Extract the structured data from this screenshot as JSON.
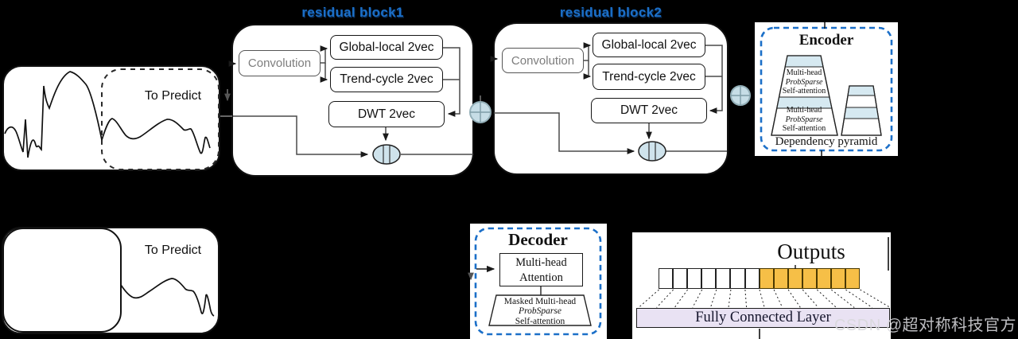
{
  "colors": {
    "background": "#000000",
    "accent_blue": "#1b6fc8",
    "op_fill": "#cfe3ec",
    "band_fill": "#d6e9f1",
    "cell_yellow": "#f6bf47",
    "fc_fill": "#e9e2f3"
  },
  "input_top": {
    "label": "To Predict"
  },
  "input_bottom": {
    "label": "To Predict"
  },
  "block1": {
    "title": "residual block1",
    "convolution": "Convolution",
    "global_local": "Global-local 2vec",
    "trend_cycle": "Trend-cycle 2vec",
    "dwt": "DWT 2vec"
  },
  "block2": {
    "title": "residual block2",
    "convolution": "Convolution",
    "global_local": "Global-local 2vec",
    "trend_cycle": "Trend-cycle 2vec",
    "dwt": "DWT 2vec"
  },
  "encoder": {
    "title": "Encoder",
    "attention_lines": [
      "Multi-head",
      "ProbSparse",
      "Self-attention"
    ],
    "caption": "Dependency pyramid"
  },
  "decoder": {
    "title": "Decoder",
    "attention_lines": [
      "Multi-head",
      "Attention"
    ],
    "masked_lines": [
      "Masked Multi-head",
      "ProbSparse",
      "Self-attention"
    ]
  },
  "outputs": {
    "title": "Outputs",
    "fc_label": "Fully Connected Layer",
    "white_cells": 7,
    "yellow_cells": 7
  },
  "watermark": "CSDN @超对称科技官方"
}
